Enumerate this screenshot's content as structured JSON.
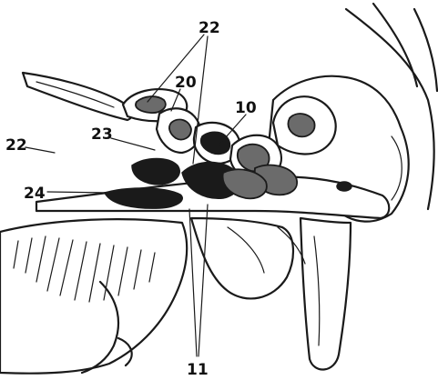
{
  "labels": {
    "l22_top": "22",
    "l20": "20",
    "l10": "10",
    "l23": "23",
    "l22_left": "22",
    "l24": "24",
    "l11": "11"
  }
}
